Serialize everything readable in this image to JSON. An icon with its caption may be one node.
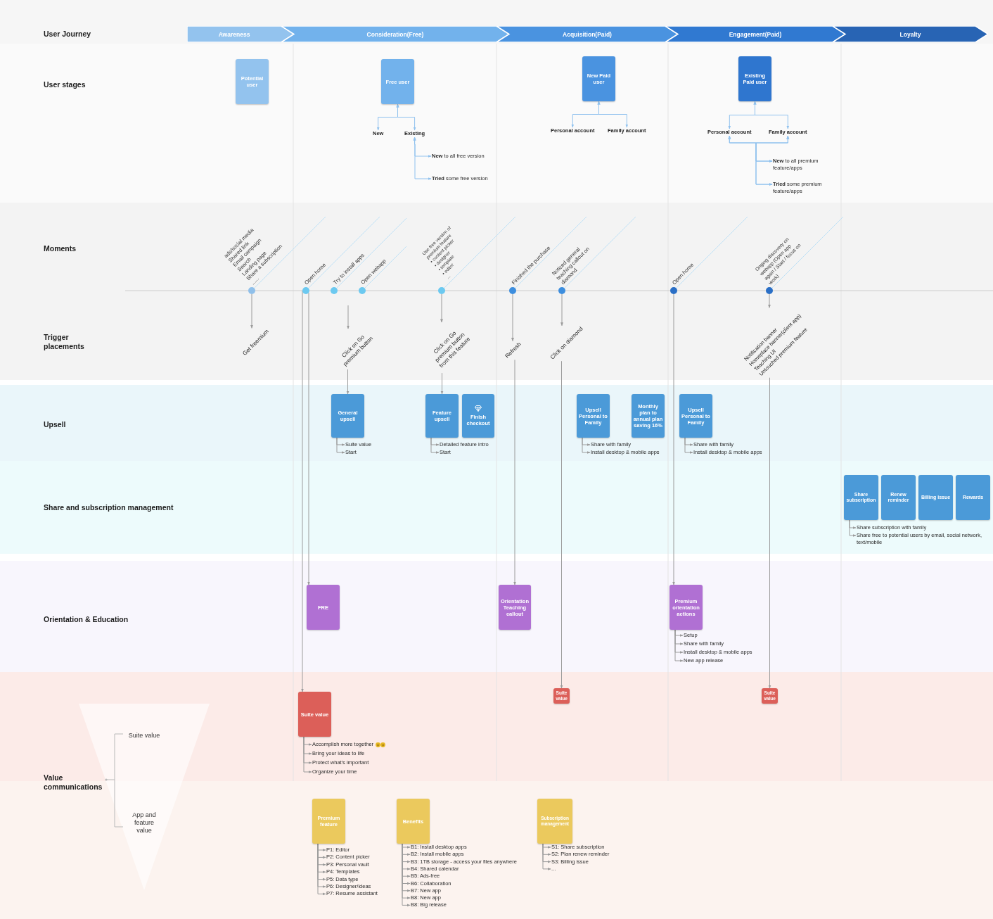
{
  "diagram": {
    "nodes": [
      {
        "text": [
          "User Journey"
        ]
      },
      {
        "text": [
          "Awareness"
        ],
        "in": 0
      },
      {
        "text": [
          "Consideration(Free)"
        ],
        "in": 0
      },
      {
        "text": [
          "Acquisition(Paid)"
        ],
        "in": 0
      },
      {
        "text": [
          "Engagement(Paid)"
        ],
        "in": 0
      },
      {
        "text": [
          "Loyalty"
        ],
        "in": 0
      },
      {
        "text": [
          "User stages"
        ]
      },
      {
        "text": [
          "Potential user"
        ],
        "in": 6
      },
      {
        "text": [
          "Free user"
        ],
        "in": 6
      },
      {
        "text": [
          "New"
        ],
        "in": 6
      },
      {
        "text": [
          "Existing"
        ],
        "in": 6
      },
      {
        "text": [
          "**New** to all free version"
        ],
        "in": 6
      },
      {
        "text": [
          "**Tried** some free version"
        ],
        "in": 6
      },
      {
        "text": [
          "New Paid user"
        ],
        "in": 6
      },
      {
        "text": [
          "Personal account"
        ],
        "in": 6
      },
      {
        "text": [
          "Family account"
        ],
        "in": 6
      },
      {
        "text": [
          "Existing Paid user"
        ],
        "in": 6
      },
      {
        "text": [
          "Personal account"
        ],
        "in": 6
      },
      {
        "text": [
          "Family account"
        ],
        "in": 6
      },
      {
        "text": [
          "**New** to all premium feature/apps"
        ],
        "in": 6
      },
      {
        "text": [
          "**Tried** some premium feature/apps"
        ],
        "in": 6
      },
      {
        "text": [
          "Moments"
        ]
      },
      {
        "text": [],
        "shape": "circle",
        "beside": [
          "ads/social media",
          "Shared link",
          "Email campaign",
          "Search",
          "Landing page",
          "Share a subscription",
          "......"
        ],
        "in": 21
      },
      {
        "text": [],
        "shape": "circle",
        "beside": [
          "Open home"
        ],
        "in": 21
      },
      {
        "text": [],
        "shape": "circle",
        "beside": [
          "Try to install apps"
        ],
        "in": 21
      },
      {
        "text": [],
        "shape": "circle",
        "beside": [
          "Open webapp"
        ],
        "in": 21
      },
      {
        "text": [],
        "shape": "circle",
        "beside": [
          "Use free version of premium feature",
          "• content picker",
          "• designer",
          "• template",
          "• editor",
          "..."
        ],
        "in": 21
      },
      {
        "text": [],
        "shape": "circle",
        "beside": [
          "Finished the purchase"
        ],
        "in": 21
      },
      {
        "text": [],
        "shape": "circle",
        "beside": [
          "Noticed general teaching callout on diamond"
        ],
        "in": 21
      },
      {
        "text": [],
        "shape": "circle",
        "beside": [
          "Open home"
        ],
        "in": 21
      },
      {
        "text": [],
        "shape": "circle",
        "beside": [
          "Onging discovery on webapp (Open app again / Start / focus on work)"
        ],
        "in": 21
      },
      {
        "text": [
          "Trigger placements"
        ]
      },
      {
        "text": [
          "Get freemium"
        ],
        "in": 31
      },
      {
        "text": [
          "Click on Go premium button"
        ],
        "in": 31
      },
      {
        "text": [
          "Click on Go premium button from this feature"
        ],
        "in": 31
      },
      {
        "text": [
          "Refresh"
        ],
        "in": 31
      },
      {
        "text": [
          "Click on diamond"
        ],
        "in": 31
      },
      {
        "text": [
          "Notification banner",
          "Homeplace banner(client app)",
          "Teaching UI",
          "Untouched premium feature"
        ],
        "in": 31
      },
      {
        "text": [
          "Upsell"
        ]
      },
      {
        "text": [
          "General upsell"
        ],
        "in": 38
      },
      {
        "text": [
          "Suite value"
        ],
        "in": 38
      },
      {
        "text": [
          "Start"
        ],
        "in": 38
      },
      {
        "text": [
          "Feature upsell"
        ],
        "in": 38
      },
      {
        "text": [
          "Detailed feature intro"
        ],
        "in": 38
      },
      {
        "text": [
          "Start"
        ],
        "in": 38
      },
      {
        "text": [
          "Finish checkout"
        ],
        "in": 38
      },
      {
        "text": [
          "Upsell Personal to Family"
        ],
        "in": 38
      },
      {
        "text": [
          "Share with family"
        ],
        "in": 38
      },
      {
        "text": [
          "Install desktop & mobile apps"
        ],
        "in": 38
      },
      {
        "text": [
          "Monthly plan to annual plan saving 16%"
        ],
        "in": 38
      },
      {
        "text": [
          "Upsell Personal to Family"
        ],
        "in": 38
      },
      {
        "text": [
          "Share with family"
        ],
        "in": 38
      },
      {
        "text": [
          "Install desktop & mobile apps"
        ],
        "in": 38
      },
      {
        "text": [
          "Share and subscription management"
        ]
      },
      {
        "text": [
          "Share subscription"
        ],
        "in": 53
      },
      {
        "text": [
          "Renew reminder"
        ],
        "in": 53
      },
      {
        "text": [
          "Billing issue"
        ],
        "in": 53
      },
      {
        "text": [
          "Rewards"
        ],
        "in": 53
      },
      {
        "text": [
          "Share subscription with family"
        ],
        "in": 53
      },
      {
        "text": [
          "Share free to potential users by email, social network, text/mobile"
        ],
        "in": 53
      },
      {
        "text": [
          "Orientation & Education"
        ]
      },
      {
        "text": [
          "FRE"
        ],
        "in": 60
      },
      {
        "text": [
          "Orientation Teaching callout"
        ],
        "in": 60
      },
      {
        "text": [
          "Premium orientation actions"
        ],
        "in": 60
      },
      {
        "text": [
          "Setup"
        ],
        "in": 60
      },
      {
        "text": [
          "Share with family"
        ],
        "in": 60
      },
      {
        "text": [
          "Install desktop & mobile apps"
        ],
        "in": 60
      },
      {
        "text": [
          "New app release"
        ],
        "in": 60
      },
      {
        "text": [
          "Value communications"
        ]
      },
      {
        "text": [
          "Suite value",
          "App and feature value"
        ],
        "in": 68
      },
      {
        "text": [
          "Suite value"
        ],
        "in": 68
      },
      {
        "text": [
          "Accomplish more together"
        ],
        "in": 68
      },
      {
        "text": [
          "Bring your ideas to life"
        ],
        "in": 68
      },
      {
        "text": [
          "Protect what's important"
        ],
        "in": 68
      },
      {
        "text": [
          "Organize your time"
        ],
        "in": 68
      },
      {
        "text": [
          "Suite value"
        ],
        "in": 68
      },
      {
        "text": [
          "Suite value"
        ],
        "in": 68
      },
      {
        "text": [
          "Premium feature"
        ],
        "in": 68
      },
      {
        "text": [
          "P1: Editor"
        ],
        "in": 68
      },
      {
        "text": [
          "P2: Content picker"
        ],
        "in": 68
      },
      {
        "text": [
          "P3: Personal vault"
        ],
        "in": 68
      },
      {
        "text": [
          "P4: Templates"
        ],
        "in": 68
      },
      {
        "text": [
          "P5: Data type"
        ],
        "in": 68
      },
      {
        "text": [
          "P6: Designer/ideas"
        ],
        "in": 68
      },
      {
        "text": [
          "P7: Resume assistant"
        ],
        "in": 68
      },
      {
        "text": [
          "Benefits"
        ],
        "in": 68
      },
      {
        "text": [
          "B1: Install desktop apps"
        ],
        "in": 68
      },
      {
        "text": [
          "B2: Install mobile apps"
        ],
        "in": 68
      },
      {
        "text": [
          "B3: 1TB storage - access your files anywhere"
        ],
        "in": 68
      },
      {
        "text": [
          "B4: Shared calendar"
        ],
        "in": 68
      },
      {
        "text": [
          "B5: Ads-free"
        ],
        "in": 68
      },
      {
        "text": [
          "B6: Collaboration"
        ],
        "in": 68
      },
      {
        "text": [
          "B7: New app"
        ],
        "in": 68
      },
      {
        "text": [
          "B8: New app"
        ],
        "in": 68
      },
      {
        "text": [
          "B8: Big release"
        ],
        "in": 68
      },
      {
        "text": [
          "Subscription management"
        ],
        "in": 68
      },
      {
        "text": [
          "S1: Share subscription"
        ],
        "in": 68
      },
      {
        "text": [
          "S2: Plan renew reminder"
        ],
        "in": 68
      },
      {
        "text": [
          "S3: Billing issue"
        ],
        "in": 68
      },
      {
        "text": [
          "..."
        ],
        "in": 68
      }
    ],
    "edges": [
      {
        "from": 8,
        "to": 9,
        "arrow": "both",
        "color": "#8fc1ee"
      },
      {
        "from": 8,
        "to": 10,
        "arrow": "both",
        "color": "#8fc1ee"
      },
      {
        "from": 10,
        "to": 11,
        "arrow": "both",
        "color": "#8fc1ee"
      },
      {
        "from": 10,
        "to": 12,
        "arrow": "both",
        "color": "#8fc1ee"
      },
      {
        "from": 13,
        "to": 14,
        "arrow": "both",
        "color": "#8fc1ee"
      },
      {
        "from": 13,
        "to": 15,
        "arrow": "both",
        "color": "#8fc1ee"
      },
      {
        "from": 16,
        "to": 17,
        "arrow": "both",
        "color": "#8fc1ee"
      },
      {
        "from": 16,
        "to": 18,
        "arrow": "both",
        "color": "#8fc1ee"
      },
      {
        "from": 17,
        "to": 19,
        "arrow": "both",
        "color": "#8fc1ee"
      },
      {
        "from": 17,
        "to": 20,
        "arrow": "both",
        "color": "#8fc1ee"
      },
      {
        "from": 18,
        "to": 19,
        "arrow": "both",
        "color": "#8fc1ee"
      },
      {
        "from": 18,
        "to": 20,
        "arrow": "both",
        "color": "#8fc1ee"
      },
      {
        "from": 22,
        "to": 32,
        "arrow": "to"
      },
      {
        "from": 23,
        "to": 61,
        "arrow": "to"
      },
      {
        "from": 23,
        "to": 70,
        "arrow": "to"
      },
      {
        "from": null,
        "to": 33,
        "arrow": "to"
      },
      {
        "from": 33,
        "to": 39,
        "arrow": "to"
      },
      {
        "from": 26,
        "to": 34,
        "arrow": "to"
      },
      {
        "from": 34,
        "to": 42,
        "arrow": "to"
      },
      {
        "from": 27,
        "to": 35,
        "arrow": "to"
      },
      {
        "from": 35,
        "to": 62,
        "arrow": "to"
      },
      {
        "from": 28,
        "to": 36,
        "arrow": "to"
      },
      {
        "from": 36,
        "to": 75,
        "arrow": "to"
      },
      {
        "from": 29,
        "to": 63,
        "arrow": "to"
      },
      {
        "from": 30,
        "to": 37,
        "arrow": "to"
      },
      {
        "from": 37,
        "to": 76,
        "arrow": "to"
      },
      {
        "from": 39,
        "to": 40,
        "arrow": "to"
      },
      {
        "from": 39,
        "to": 41,
        "arrow": "to"
      },
      {
        "from": 42,
        "to": 43,
        "arrow": "to"
      },
      {
        "from": 42,
        "to": 44,
        "arrow": "to"
      },
      {
        "from": 46,
        "to": 47,
        "arrow": "to"
      },
      {
        "from": 46,
        "to": 48,
        "arrow": "to"
      },
      {
        "from": 50,
        "to": 51,
        "arrow": "to"
      },
      {
        "from": 50,
        "to": 52,
        "arrow": "to"
      },
      {
        "from": 54,
        "to": 58,
        "arrow": "to"
      },
      {
        "from": 54,
        "to": 59,
        "arrow": "to"
      },
      {
        "from": 63,
        "to": 64,
        "arrow": "to"
      },
      {
        "from": 63,
        "to": 65,
        "arrow": "to"
      },
      {
        "from": 63,
        "to": 66,
        "arrow": "to"
      },
      {
        "from": 63,
        "to": 67,
        "arrow": "to"
      },
      {
        "from": 70,
        "to": 71,
        "arrow": "to"
      },
      {
        "from": 70,
        "to": 72,
        "arrow": "to"
      },
      {
        "from": 70,
        "to": 73,
        "arrow": "to"
      },
      {
        "from": 70,
        "to": 74,
        "arrow": "to"
      },
      {
        "from": 77,
        "to": 78,
        "arrow": "to"
      },
      {
        "from": 77,
        "to": 79,
        "arrow": "to"
      },
      {
        "from": 77,
        "to": 80,
        "arrow": "to"
      },
      {
        "from": 77,
        "to": 81,
        "arrow": "to"
      },
      {
        "from": 77,
        "to": 82,
        "arrow": "to"
      },
      {
        "from": 77,
        "to": 83,
        "arrow": "to"
      },
      {
        "from": 77,
        "to": 84,
        "arrow": "to"
      },
      {
        "from": 85,
        "to": 86,
        "arrow": "to"
      },
      {
        "from": 85,
        "to": 87,
        "arrow": "to"
      },
      {
        "from": 85,
        "to": 88,
        "arrow": "to"
      },
      {
        "from": 85,
        "to": 89,
        "arrow": "to"
      },
      {
        "from": 85,
        "to": 90,
        "arrow": "to"
      },
      {
        "from": 85,
        "to": 91,
        "arrow": "to"
      },
      {
        "from": 85,
        "to": 92,
        "arrow": "to"
      },
      {
        "from": 85,
        "to": 93,
        "arrow": "to"
      },
      {
        "from": 85,
        "to": 94,
        "arrow": "to"
      },
      {
        "from": 95,
        "to": 96,
        "arrow": "to"
      },
      {
        "from": 95,
        "to": 97,
        "arrow": "to"
      },
      {
        "from": 95,
        "to": 98,
        "arrow": "to"
      },
      {
        "from": 95,
        "to": 99,
        "arrow": "to"
      }
    ]
  }
}
